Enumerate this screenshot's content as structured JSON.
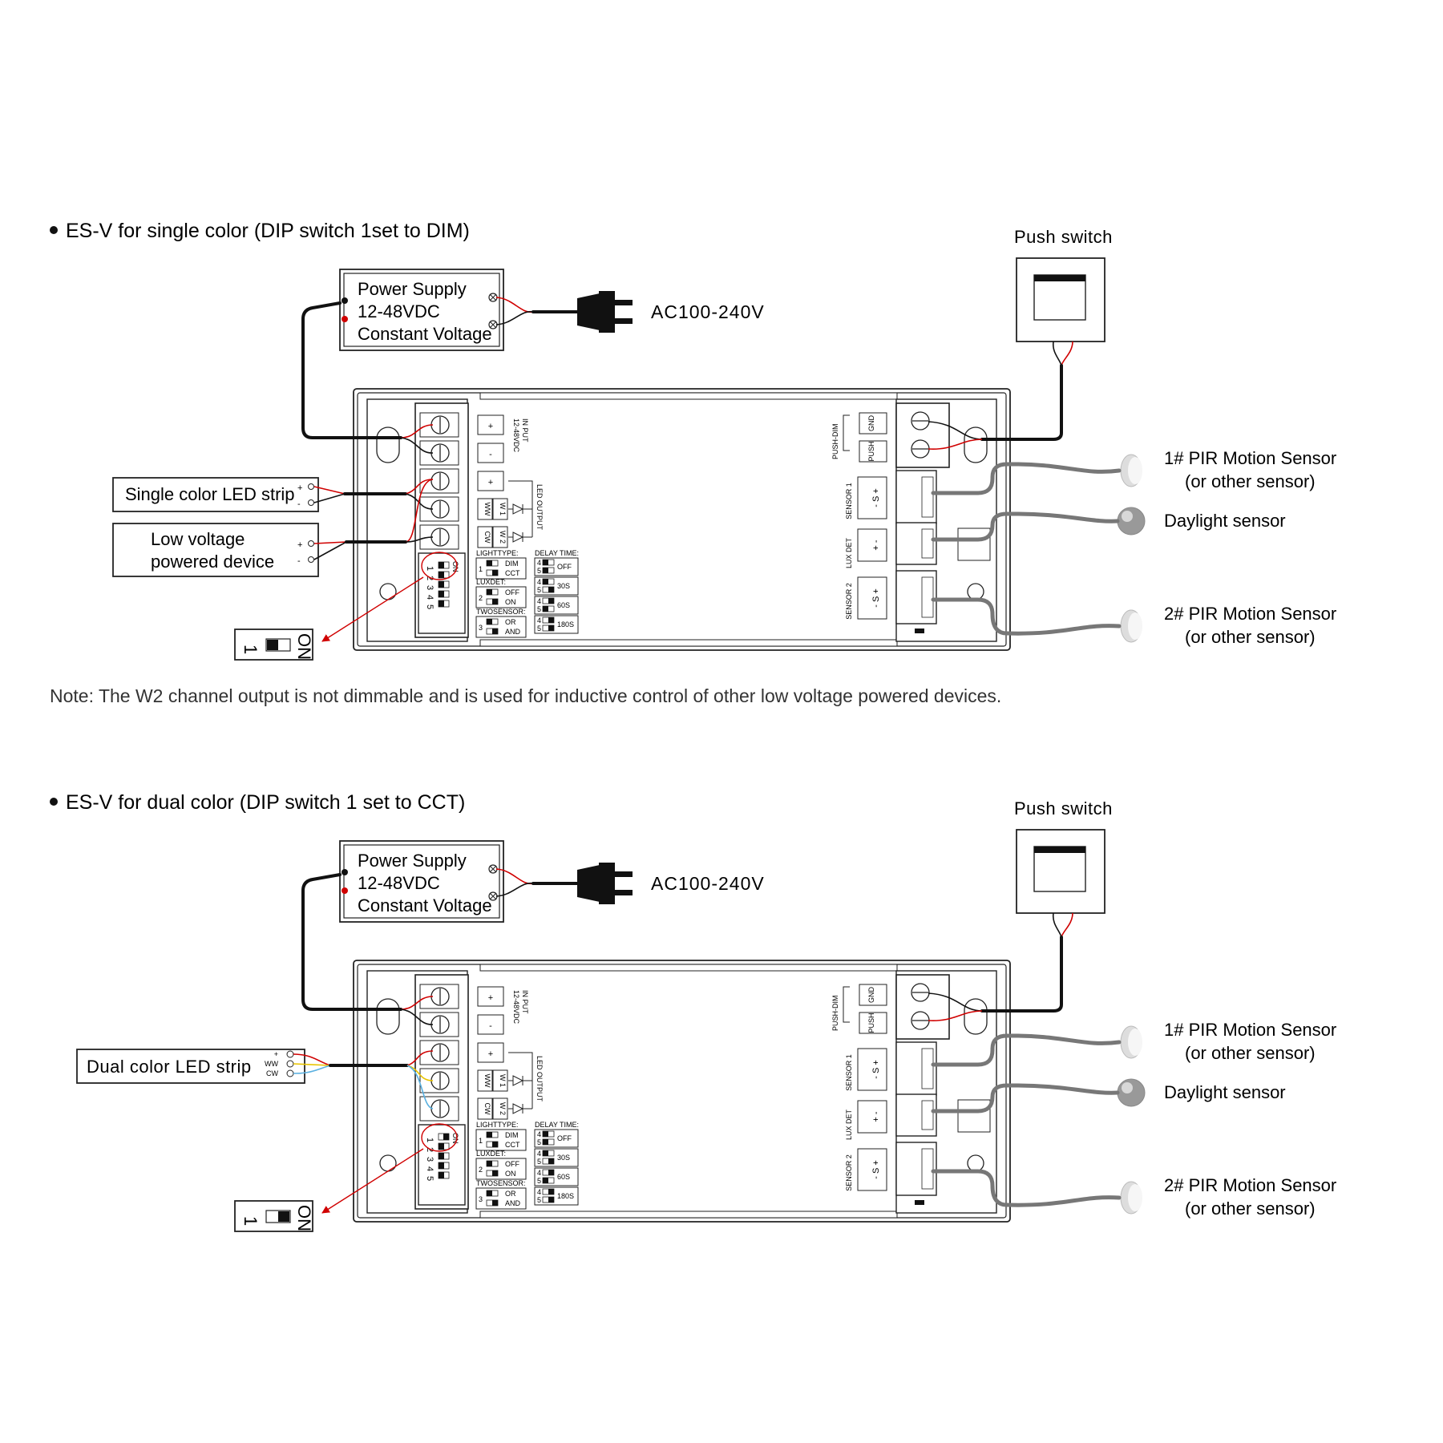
{
  "colors": {
    "red_wire": "#d00000",
    "black_wire": "#111111",
    "sensor_cable": "#777777",
    "warm_wire": "#e8c400",
    "cool_wire": "#5ab0e0"
  },
  "note": "Note: The W2 channel output is not dimmable and is used for inductive control of other low voltage powered devices.",
  "sections": [
    {
      "heading": "ES-V for single color (DIP switch 1set to DIM)",
      "power_supply": [
        "Power Supply",
        "12-48VDC",
        "Constant Voltage"
      ],
      "ac": "AC100-240V",
      "push_switch": "Push switch",
      "loads": [
        {
          "label": [
            "Single color LED strip"
          ],
          "terminals": [
            "+",
            "-"
          ]
        },
        {
          "label": [
            "Low voltage",
            "powered device"
          ],
          "terminals": [
            "+",
            "-"
          ]
        }
      ],
      "sensors": [
        {
          "label": [
            "1# PIR Motion Sensor",
            "(or other sensor)"
          ],
          "icon": "pir-sensor-icon"
        },
        {
          "label": [
            "Daylight sensor"
          ],
          "icon": "daylight-sensor-icon"
        },
        {
          "label": [
            "2# PIR Motion Sensor",
            "(or other sensor)"
          ],
          "icon": "pir-sensor-icon"
        }
      ],
      "dip_inset": {
        "num": "1",
        "on": "ON"
      }
    },
    {
      "heading": "ES-V for dual color (DIP switch 1 set to CCT)",
      "power_supply": [
        "Power Supply",
        "12-48VDC",
        "Constant Voltage"
      ],
      "ac": "AC100-240V",
      "push_switch": "Push switch",
      "loads": [
        {
          "label": [
            "Dual color LED strip"
          ],
          "terminals": [
            "+",
            "WW",
            "CW"
          ]
        }
      ],
      "sensors": [
        {
          "label": [
            "1# PIR Motion Sensor",
            "(or other sensor)"
          ],
          "icon": "pir-sensor-icon"
        },
        {
          "label": [
            "Daylight sensor"
          ],
          "icon": "daylight-sensor-icon"
        },
        {
          "label": [
            "2# PIR Motion Sensor",
            "(or other sensor)"
          ],
          "icon": "pir-sensor-icon"
        }
      ],
      "dip_inset": {
        "num": "1",
        "on": "ON"
      }
    }
  ],
  "controller": {
    "input_label": [
      "IN PUT",
      "12-48VDC"
    ],
    "output_label": "LED OUTPUT",
    "terminals": [
      "+",
      "-",
      "+",
      "WW",
      "W 1",
      "CW",
      "W 2"
    ],
    "dip_label": "ON",
    "dip_numbers": [
      "1",
      "2",
      "3",
      "4",
      "5"
    ],
    "push_dim_label": "PUSH-DIM",
    "push_terms": [
      "GND",
      "PUSH"
    ],
    "sensor_groups": [
      "SENSOR 1",
      "LUX DET",
      "SENSOR 2"
    ],
    "sensor_pins": [
      "- S +",
      "+ -",
      "- S +"
    ],
    "settings": {
      "lighttype": {
        "title": "LIGHTTYPE:",
        "sw": "1",
        "options": [
          "DIM",
          "CCT"
        ]
      },
      "luxdet": {
        "title": "LUXDET:",
        "sw": "2",
        "options": [
          "OFF",
          "ON"
        ]
      },
      "twosensor": {
        "title": "TWOSENSOR:",
        "sw": "3",
        "options": [
          "OR",
          "AND"
        ]
      },
      "delay": {
        "title": "DELAY TIME:",
        "sw": [
          "4",
          "5"
        ],
        "options": [
          "OFF",
          "30S",
          "60S",
          "180S"
        ]
      }
    }
  }
}
